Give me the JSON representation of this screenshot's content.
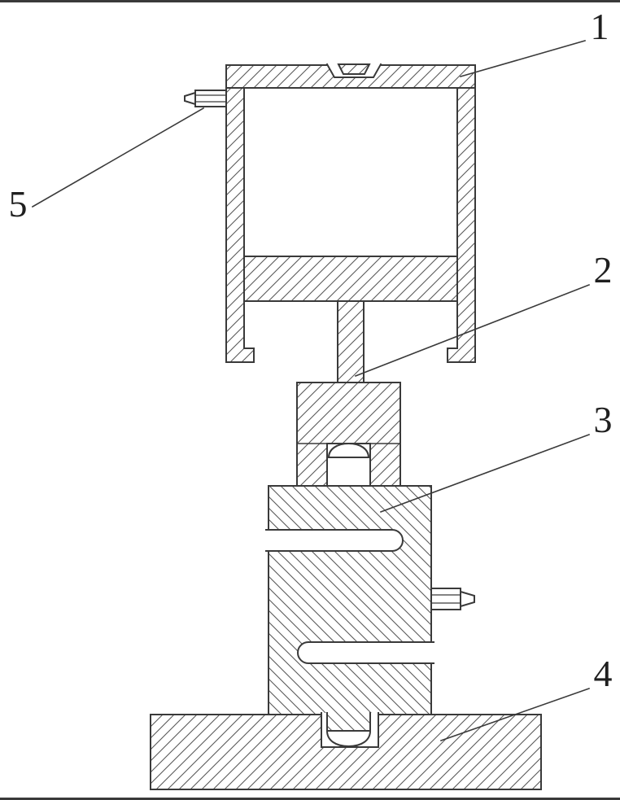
{
  "figure": {
    "background": "#ffffff",
    "outline_color": "#3a3a3a",
    "hatch_color": "#585858",
    "label_color": "#1f1f1f",
    "callouts": [
      {
        "num": "1",
        "part": "top-housing"
      },
      {
        "num": "2",
        "part": "connecting-stem"
      },
      {
        "num": "3",
        "part": "s-shaped-block"
      },
      {
        "num": "4",
        "part": "base-plate"
      },
      {
        "num": "5",
        "part": "left-side-nozzle"
      }
    ]
  }
}
